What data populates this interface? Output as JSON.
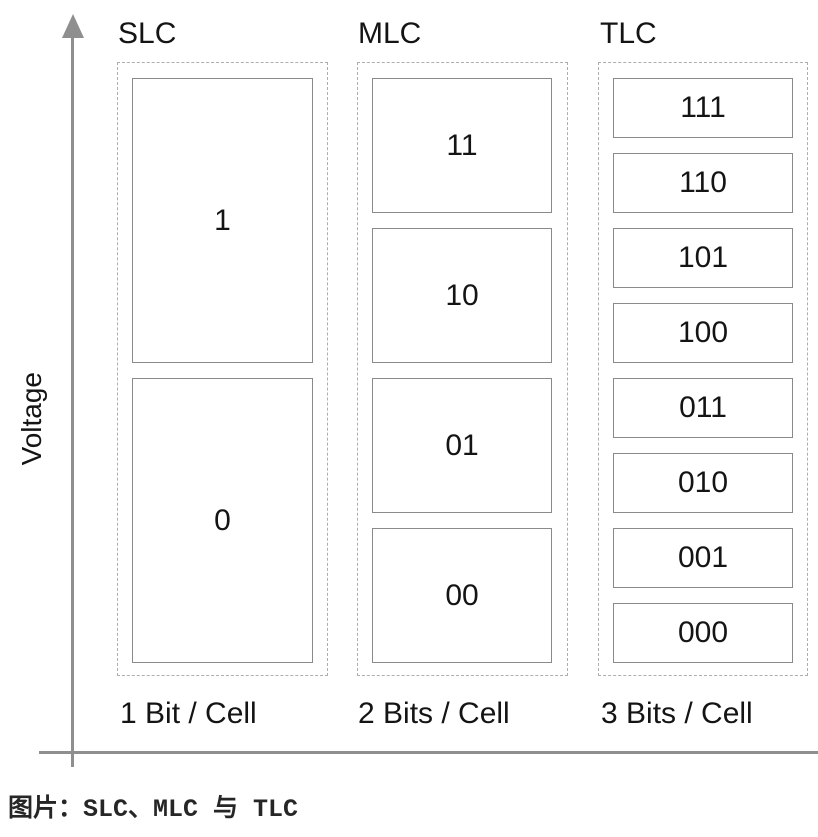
{
  "y_axis_label": "Voltage",
  "caption": "图片：SLC、MLC 与 TLC",
  "columns": [
    {
      "title": "SLC",
      "footer": "1 Bit / Cell",
      "bits_per_cell": 1,
      "cells": [
        "1",
        "0"
      ]
    },
    {
      "title": "MLC",
      "footer": "2 Bits / Cell",
      "bits_per_cell": 2,
      "cells": [
        "11",
        "10",
        "01",
        "00"
      ]
    },
    {
      "title": "TLC",
      "footer": "3 Bits / Cell",
      "bits_per_cell": 3,
      "cells": [
        "111",
        "110",
        "101",
        "100",
        "011",
        "010",
        "001",
        "000"
      ]
    }
  ],
  "colors": {
    "background": "#ffffff",
    "axis": "#8f8f8f",
    "cell_border": "#8a8a8a",
    "dashed_border": "#aeaeae",
    "text": "#141414",
    "caption_text": "#262626"
  }
}
